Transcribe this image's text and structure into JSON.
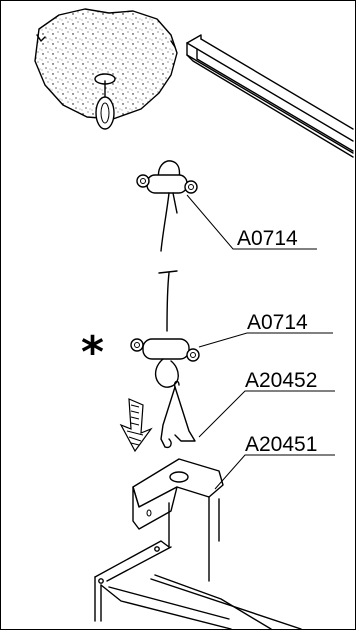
{
  "callouts": {
    "top_clip": "A0714",
    "bottom_clip": "A0714",
    "hook": "A20452",
    "bracket": "A20451"
  },
  "marker": "*",
  "icons": [
    "ceiling-anchor-icon",
    "ceiling-track-icon",
    "wire-clip-icon",
    "triangle-hook-icon",
    "direction-arrow-icon",
    "mounting-bracket-icon",
    "luminaire-channel-icon"
  ],
  "colors": {
    "line": "#000000",
    "background": "#ffffff"
  }
}
